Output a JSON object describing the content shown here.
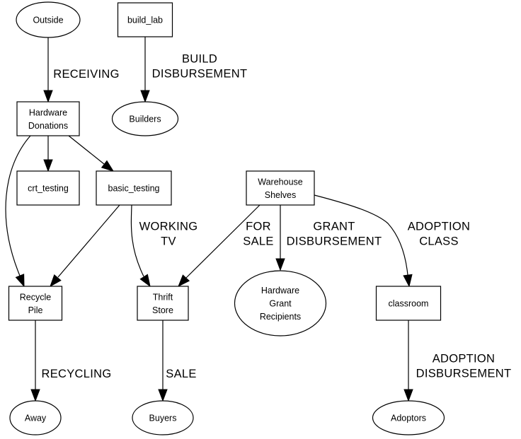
{
  "diagram": {
    "type": "directed-graph",
    "nodes": [
      {
        "id": "outside",
        "shape": "ellipse",
        "lines": [
          "Outside"
        ]
      },
      {
        "id": "build_lab",
        "shape": "box",
        "lines": [
          "build_lab"
        ]
      },
      {
        "id": "hardware_donations",
        "shape": "box",
        "lines": [
          "Hardware",
          "Donations"
        ]
      },
      {
        "id": "builders",
        "shape": "ellipse",
        "lines": [
          "Builders"
        ]
      },
      {
        "id": "crt_testing",
        "shape": "box",
        "lines": [
          "crt_testing"
        ]
      },
      {
        "id": "basic_testing",
        "shape": "box",
        "lines": [
          "basic_testing"
        ]
      },
      {
        "id": "warehouse_shelves",
        "shape": "box",
        "lines": [
          "Warehouse",
          "Shelves"
        ]
      },
      {
        "id": "recycle_pile",
        "shape": "box",
        "lines": [
          "Recycle",
          "Pile"
        ]
      },
      {
        "id": "thrift_store",
        "shape": "box",
        "lines": [
          "Thrift",
          "Store"
        ]
      },
      {
        "id": "hardware_grant_recipients",
        "shape": "ellipse",
        "lines": [
          "Hardware",
          "Grant",
          "Recipients"
        ]
      },
      {
        "id": "classroom",
        "shape": "box",
        "lines": [
          "classroom"
        ]
      },
      {
        "id": "away",
        "shape": "ellipse",
        "lines": [
          "Away"
        ]
      },
      {
        "id": "buyers",
        "shape": "ellipse",
        "lines": [
          "Buyers"
        ]
      },
      {
        "id": "adoptors",
        "shape": "ellipse",
        "lines": [
          "Adoptors"
        ]
      }
    ],
    "edges": [
      {
        "id": "outside-hardware_donations",
        "from": "outside",
        "to": "hardware_donations",
        "label": [
          "RECEIVING"
        ]
      },
      {
        "id": "build_lab-builders",
        "from": "build_lab",
        "to": "builders",
        "label": [
          "BUILD",
          "DISBURSEMENT"
        ]
      },
      {
        "id": "hardware_donations-crt_testing",
        "from": "hardware_donations",
        "to": "crt_testing",
        "label": []
      },
      {
        "id": "hardware_donations-basic_testing",
        "from": "hardware_donations",
        "to": "basic_testing",
        "label": []
      },
      {
        "id": "hardware_donations-recycle_pile",
        "from": "hardware_donations",
        "to": "recycle_pile",
        "label": []
      },
      {
        "id": "basic_testing-recycle_pile",
        "from": "basic_testing",
        "to": "recycle_pile",
        "label": []
      },
      {
        "id": "basic_testing-thrift_store",
        "from": "basic_testing",
        "to": "thrift_store",
        "label": [
          "WORKING",
          "TV"
        ]
      },
      {
        "id": "warehouse_shelves-thrift_store",
        "from": "warehouse_shelves",
        "to": "thrift_store",
        "label": [
          "FOR",
          "SALE"
        ]
      },
      {
        "id": "warehouse_shelves-hardware_grant_recipients",
        "from": "warehouse_shelves",
        "to": "hardware_grant_recipients",
        "label": [
          "GRANT",
          "DISBURSEMENT"
        ]
      },
      {
        "id": "warehouse_shelves-classroom",
        "from": "warehouse_shelves",
        "to": "classroom",
        "label": [
          "ADOPTION",
          "CLASS"
        ]
      },
      {
        "id": "recycle_pile-away",
        "from": "recycle_pile",
        "to": "away",
        "label": [
          "RECYCLING"
        ]
      },
      {
        "id": "thrift_store-buyers",
        "from": "thrift_store",
        "to": "buyers",
        "label": [
          "SALE"
        ]
      },
      {
        "id": "classroom-adoptors",
        "from": "classroom",
        "to": "adoptors",
        "label": [
          "ADOPTION",
          "DISBURSEMENT"
        ]
      }
    ]
  }
}
